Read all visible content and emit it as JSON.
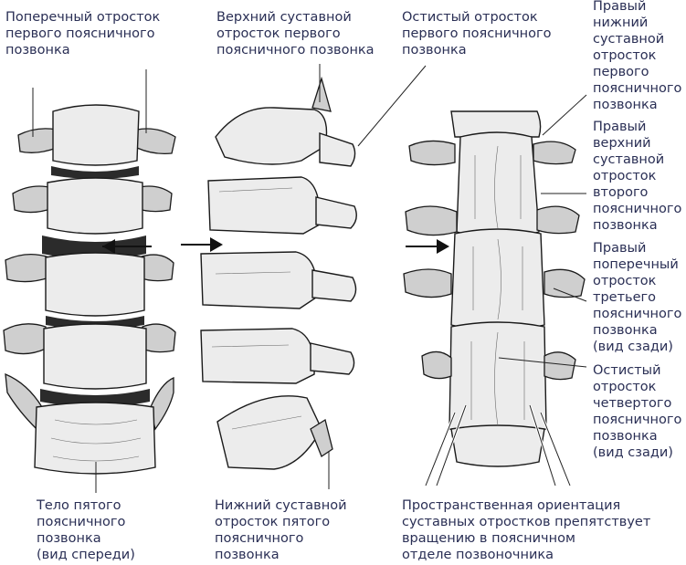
{
  "labels": {
    "transverse_first": "Поперечный отросток\nпервого поясничного\nпозвонка",
    "superior_articular_first": "Верхний суставной\nотросток первого\nпоясничного позвонка",
    "spinous_first": "Остистый отросток\nпервого поясничного\nпозвонка",
    "right_inferior_articular_first": "Правый\nнижний\nсуставной\nотросток\nпервого\nпоясничного\nпозвонка",
    "right_superior_articular_second": "Правый\nверхний\nсуставной\nотросток\nвторого\nпоясничного\nпозвонка",
    "right_transverse_third": "Правый\nпоперечный\nотросток\nтретьего\nпоясничного\nпозвонка\n(вид сзади)",
    "spinous_fourth": "Остистый\nотросток\nчетвертого\nпоясничного\nпозвонка\n(вид сзади)",
    "body_fifth": "Тело пятого\nпоясничного\nпозвонка\n(вид спереди)",
    "inferior_articular_fifth": "Нижний суставной\nотросток пятого\nпоясничного\nпозвонка",
    "spatial_orientation": "Пространственная ориентация\nсуставных отростков препятствует\nвращению в поясничном\nотделе позвоночника"
  },
  "colors": {
    "text": "#2a2f55",
    "bone": "#ececec",
    "outline": "#1a1a1a"
  }
}
